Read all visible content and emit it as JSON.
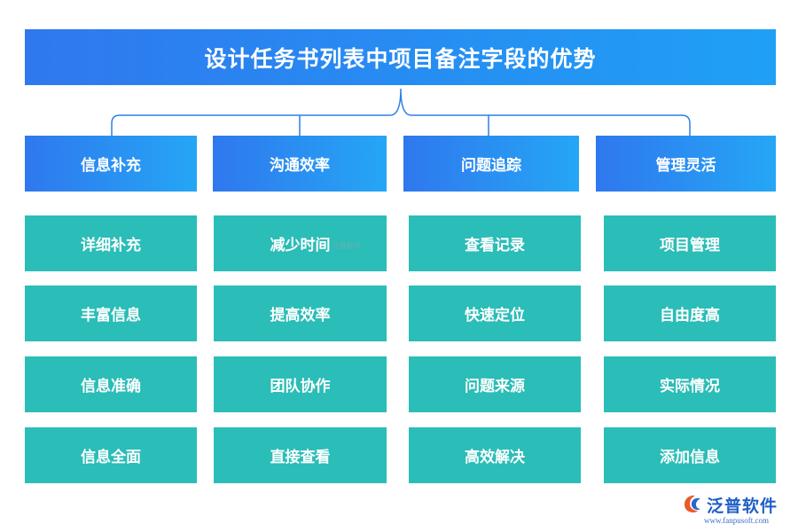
{
  "title": "设计任务书列表中项目备注字段的优势",
  "categories": [
    {
      "label": "信息补充",
      "items": [
        "详细补充",
        "丰富信息",
        "信息准确",
        "信息全面"
      ]
    },
    {
      "label": "沟通效率",
      "items": [
        "减少时间",
        "提高效率",
        "团队协作",
        "直接查看"
      ]
    },
    {
      "label": "问题追踪",
      "items": [
        "查看记录",
        "快速定位",
        "问题来源",
        "高效解决"
      ]
    },
    {
      "label": "管理灵活",
      "items": [
        "项目管理",
        "自由度高",
        "实际情况",
        "添加信息"
      ]
    }
  ],
  "watermark": "泛普软件",
  "logo": {
    "name": "泛普软件",
    "url": "www.fanpusoft.com"
  },
  "colors": {
    "header_gradient_start": "#2f78ee",
    "header_gradient_end": "#1fa0f6",
    "item_fill": "#2bbdb7",
    "connector": "#2e7ee8"
  }
}
